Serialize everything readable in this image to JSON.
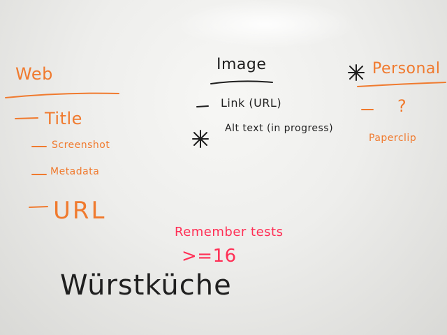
{
  "whiteboard": {
    "web": {
      "heading": "Web",
      "items": [
        "Title",
        "Screenshot",
        "Metadata",
        "URL"
      ]
    },
    "image": {
      "heading": "Image",
      "items": [
        "Link (URL)",
        "Alt text (in progress)"
      ]
    },
    "personal": {
      "heading": "Personal",
      "items": [
        "?",
        "Paperclip"
      ]
    },
    "reminder": {
      "line1": "Remember tests",
      "line2": ">=16"
    },
    "bottom_word": "Würstküche"
  },
  "colors": {
    "orange_marker": "#f07a2e",
    "black_marker": "#1f1f1f",
    "red_marker": "#ff2f55",
    "board": "#efefed"
  }
}
